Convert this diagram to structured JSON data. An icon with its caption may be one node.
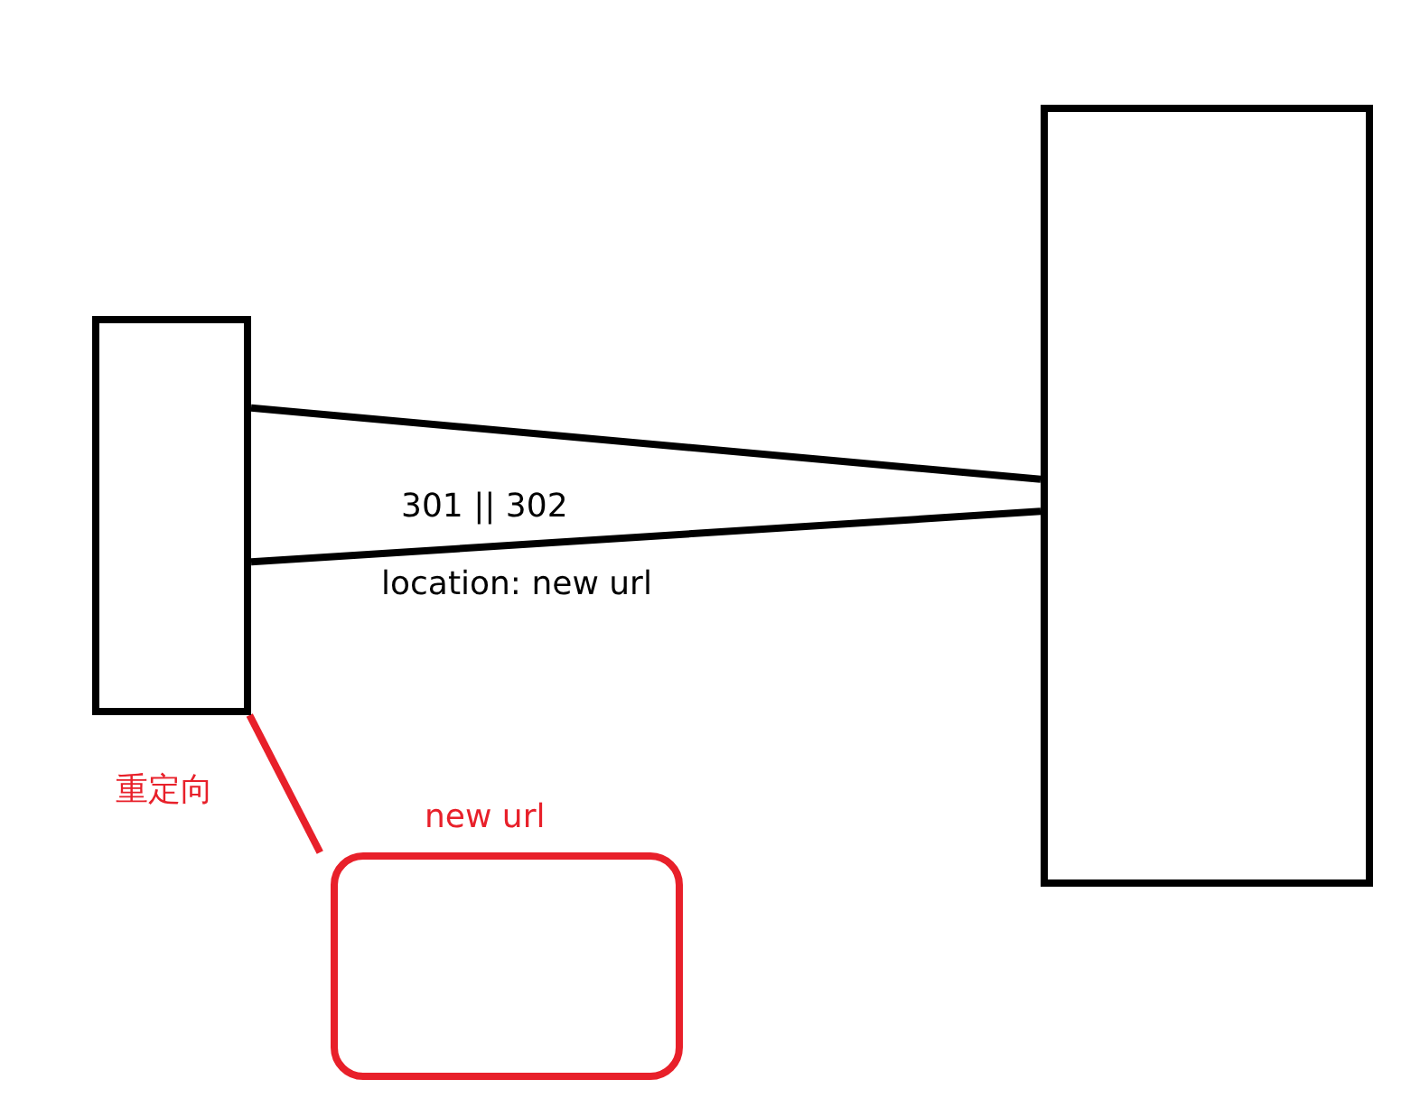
{
  "diagram": {
    "nodes": [
      {
        "text": [],
        "shape": "box"
      },
      {
        "text": [],
        "shape": "box"
      },
      {
        "text": [
          "new url"
        ]
      }
    ],
    "edges": [
      {
        "from": 0,
        "to": 1,
        "arrow": "none"
      },
      {
        "from": 1,
        "to": 0,
        "arrow": "none",
        "label": "301 || 302"
      },
      {
        "from": 0,
        "to": 2,
        "arrow": "none",
        "label": "重定向",
        "color": "#e8202a"
      }
    ],
    "labels": [
      "location: new url"
    ]
  }
}
